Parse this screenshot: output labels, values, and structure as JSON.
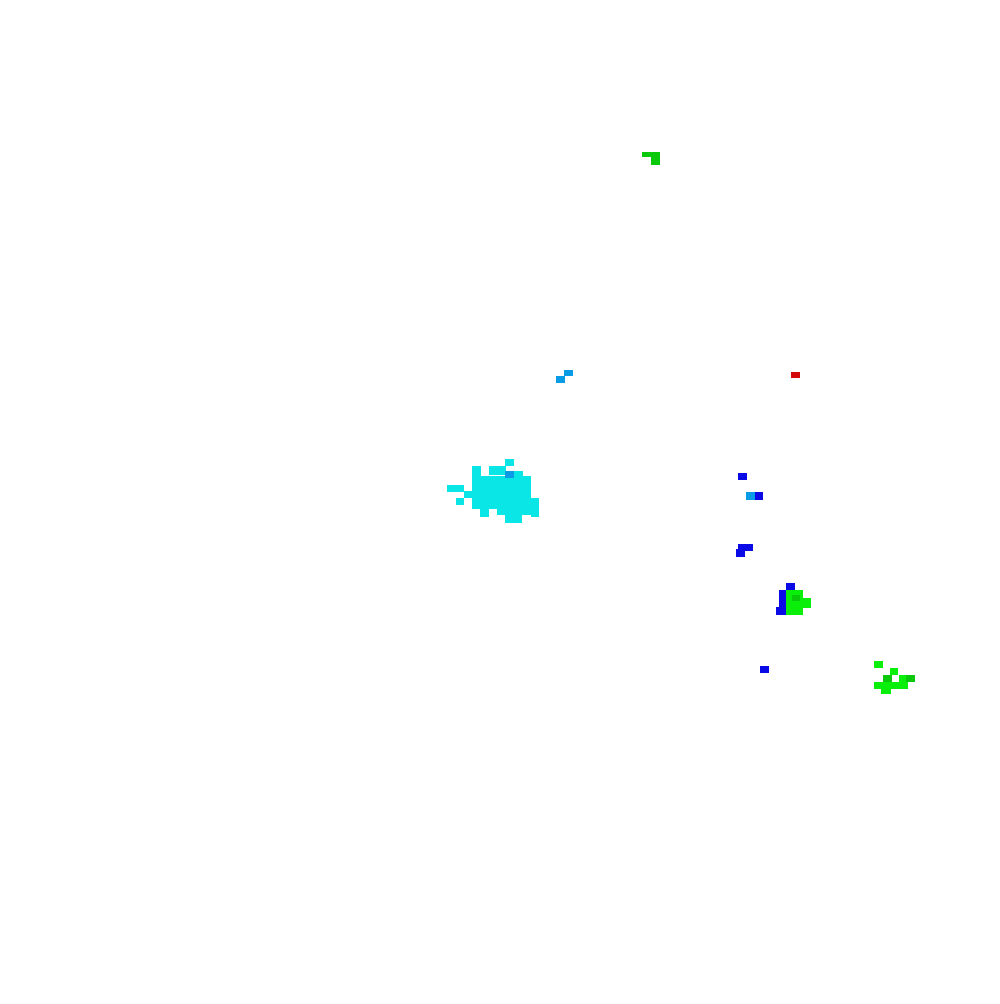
{
  "canvas": {
    "background": "#ffffff"
  },
  "palette": {
    "cyan": "#0ae6e6",
    "sky_blue": "#0a9be6",
    "blue": "#0a0ae6",
    "bright_green": "#0aef0a",
    "green": "#0ac80a",
    "red": "#d20a0a"
  },
  "clusters": [
    "green-cluster-top",
    "sky-blue-cluster",
    "red-speck",
    "cyan-cluster",
    "blue-specks",
    "blue-green-cluster",
    "blue-speck-lower",
    "green-cluster-right"
  ]
}
